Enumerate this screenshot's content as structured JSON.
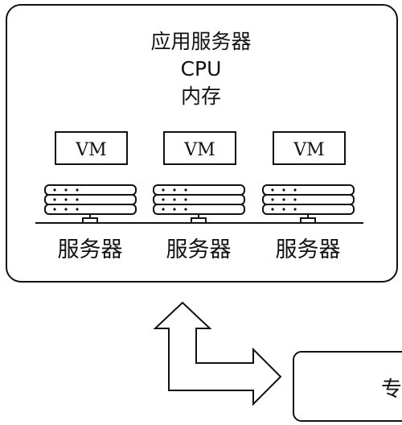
{
  "app_server": {
    "title": "应用服务器",
    "lines": [
      "CPU",
      "内存"
    ]
  },
  "vm_label": "VM",
  "servers": [
    {
      "label": "服务器"
    },
    {
      "label": "服务器"
    },
    {
      "label": "服务器"
    }
  ],
  "dedicated_box": {
    "label_partial": "专"
  },
  "colors": {
    "stroke": "#111111",
    "background": "#ffffff",
    "text": "#111111"
  }
}
